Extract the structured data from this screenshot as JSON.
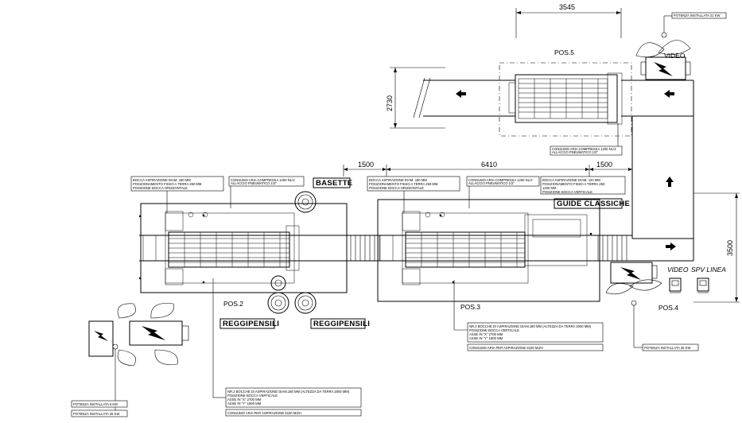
{
  "dimensions": {
    "top_width": "3545",
    "left_height": "2730",
    "gap_left": "1500",
    "middle_length": "6410",
    "gap_right": "1500",
    "right_height": "3500"
  },
  "positions": {
    "pos2": "POS.2",
    "pos3": "POS.3",
    "pos4": "POS.4",
    "pos5": "POS.5"
  },
  "tags": {
    "basette": "BASETTE",
    "guide_classiche": "GUIDE CLASSICHE",
    "reggipensili_1": "REGGIPENSILI",
    "reggipensili_2": "REGGIPENSILI",
    "video_top": "VIDEO",
    "video_right": "VIDEO",
    "spv_linea": "SPV LINEA"
  },
  "notes": {
    "pos5_potenza": "POTENZA INSTALLATA 21 KW",
    "pos5_aria": [
      "CONSUMO ARIA COMPRESSA 1200 NL/1'",
      "ALLACCIO PNEUMATICO 1/2\""
    ],
    "pos2_bocca": [
      "BOCCA ASPIRAZIONE DIAM. 180 MM",
      "POSIZIONAMENTO FISSO A TERRA 250 MM",
      "POSIZIONE BOCCA ORIZZONTALE"
    ],
    "pos2_aria": [
      "CONSUMO ARIA COMPRESSA 1200 NL/1'",
      "ALLACCIO PNEUMATICO 1/2\""
    ],
    "pos3_bocca": [
      "BOCCA ASPIRAZIONE DIAM. 180 MM",
      "POSIZIONAMENTO FISSO A TERRA 250 MM",
      "POSIZIONE BOCCA ORIZZONTALE"
    ],
    "pos3_aria": [
      "CONSUMO ARIA COMPRESSA 1200 NL/1'",
      "ALLACCIO PNEUMATICO 1/2\""
    ],
    "pos3_bocca_v": [
      "BOCCA ASPIRAZIONE DIAM. 120 MM",
      "POSIZIONAMENTO FISSO A TERRA 250",
      "1200 MM",
      "POSIZIONE BOCCA VERTICALE"
    ],
    "pos3_bocche": [
      "NR.2 BOCCHE DI ASPIRAZIONE DIAM.180 MM (ALTEZZA DA TERRA 2000 MM)",
      "POSIZIONE BOCCA VERTICALE",
      "ASSE IN \"X\" 2700 MM",
      "ASSE IN \"Y\" 1800 MM"
    ],
    "pos3_consumo": "CONSUMO ARIA PER ASPIRAZIONE 6100 M3/H",
    "pos4_potenza": "POTENZA INSTALLATA 25 KW",
    "pos2_bocche": [
      "NR.2 BOCCHE DI ASPIRAZIONE DIAM.180 MM (ALTEZZA DA TERRA 2000 MM)",
      "POSIZIONE BOCCA VERTICALE",
      "ASSE IN \"X\" 2700 MM",
      "ASSE IN \"Y\" 1800 MM"
    ],
    "pos2_consumo": "CONSUMO ARIA PER ASPIRAZIONE 6100 M3/H",
    "pos1_potenza_a": "POTENZA INSTALLATA 6 KW",
    "pos1_potenza_b": "POTENZA INSTALLATA 25 KW"
  },
  "icons": {
    "flow_arrow": "arrow-icon",
    "robot": "robot-lightning-icon",
    "terminal": "terminal-icon"
  }
}
